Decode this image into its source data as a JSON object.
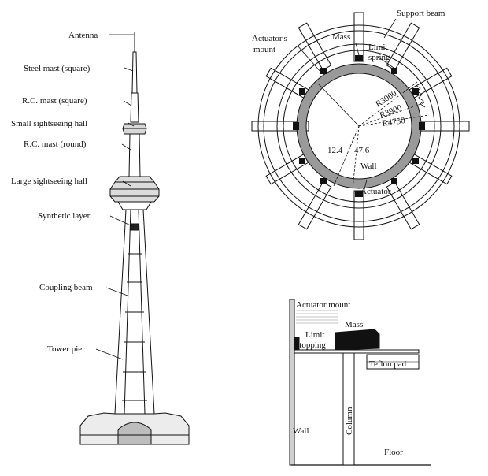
{
  "tower": {
    "labels": {
      "antenna": "Antenna",
      "steel_mast": "Steel mast (square)",
      "rc_mast_square": "R.C. mast (square)",
      "small_hall": "Small sightseeing hall",
      "rc_mast_round": "R.C. mast (round)",
      "large_hall": "Large sightseeing hall",
      "synthetic_layer": "Synthetic layer",
      "coupling_beam": "Coupling beam",
      "tower_pier": "Tower pier"
    }
  },
  "plan": {
    "labels": {
      "support_beam": "Support beam",
      "actuator_mount_1": "Actuator's",
      "actuator_mount_2": "mount",
      "mass": "Mass",
      "limit_1": "Limit",
      "limit_2": "spring",
      "r3000": "R3000",
      "r3900": "R3900",
      "r4750": "R4750",
      "angle_a": "12.4",
      "angle_b": "47.6",
      "wall": "Wall",
      "actuator": "Actuator"
    }
  },
  "section": {
    "labels": {
      "actuator_mount": "Actuator mount",
      "mass": "Mass",
      "limit_1": "Limit",
      "limit_2": "stopping",
      "teflon_pad": "Teflon pad",
      "wall": "Wall",
      "column": "Column",
      "floor": "Floor"
    }
  }
}
